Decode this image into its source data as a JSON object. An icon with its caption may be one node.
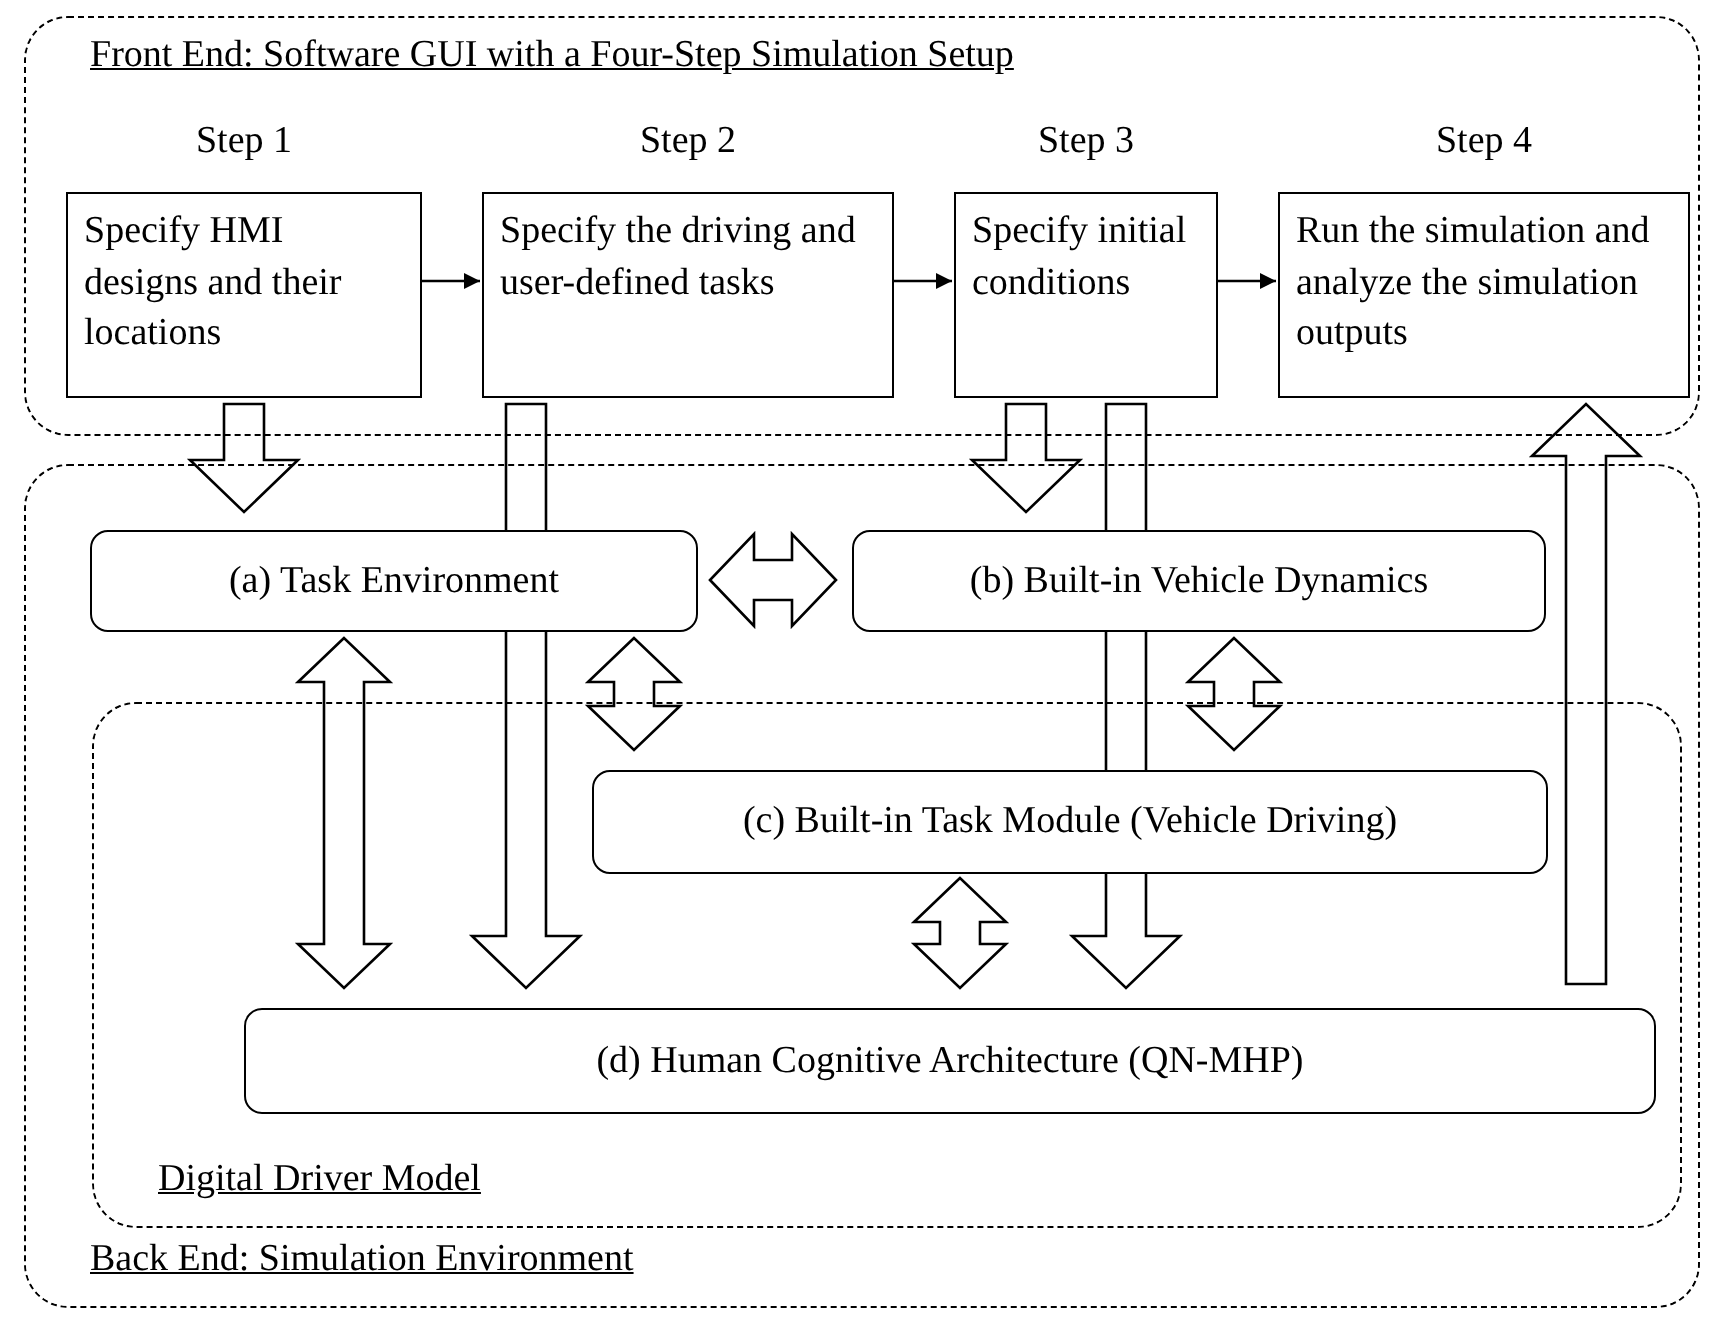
{
  "diagram": {
    "nodes": [
      {
        "text": [
          "Front End: Software GUI with a Four-Step Simulation Setup"
        ]
      },
      {
        "text": [
          "Specify HMI designs and their locations"
        ],
        "beside": [
          "Step 1"
        ],
        "in": 0
      },
      {
        "text": [
          "Specify the driving and user-defined tasks"
        ],
        "beside": [
          "Step 2"
        ],
        "in": 0
      },
      {
        "text": [
          "Specify initial conditions"
        ],
        "beside": [
          "Step 3"
        ],
        "in": 0
      },
      {
        "text": [
          "Run the simulation and analyze the simulation outputs"
        ],
        "beside": [
          "Step 4"
        ],
        "in": 0
      },
      {
        "text": [
          "Back End: Simulation Environment"
        ]
      },
      {
        "text": [
          "(a) Task Environment"
        ],
        "in": 5
      },
      {
        "text": [
          "(b) Built-in Vehicle Dynamics"
        ],
        "in": 5
      },
      {
        "text": [
          "Digital Driver Model"
        ],
        "in": 5
      },
      {
        "text": [
          "(c) Built-in Task Module (Vehicle Driving)"
        ],
        "in": 8
      },
      {
        "text": [
          "(d) Human Cognitive Architecture (QN-MHP)"
        ],
        "in": 8
      }
    ],
    "edges": [
      {
        "from": 1,
        "to": 2,
        "arrow": "to"
      },
      {
        "from": 2,
        "to": 3,
        "arrow": "to"
      },
      {
        "from": 3,
        "to": 4,
        "arrow": "to"
      },
      {
        "from": 1,
        "to": 6,
        "arrow": "to",
        "style": "thick"
      },
      {
        "from": 2,
        "to": 10,
        "arrow": "to",
        "style": "thick"
      },
      {
        "from": 3,
        "to": 7,
        "arrow": "to",
        "style": "thick"
      },
      {
        "from": 3,
        "to": 10,
        "arrow": "to",
        "style": "thick"
      },
      {
        "from": 10,
        "to": 4,
        "arrow": "to",
        "style": "thick"
      },
      {
        "from": 6,
        "to": 7,
        "arrow": "both",
        "style": "thick"
      },
      {
        "from": 6,
        "to": 9,
        "arrow": "both",
        "style": "thick"
      },
      {
        "from": 7,
        "to": 9,
        "arrow": "both",
        "style": "thick"
      },
      {
        "from": 6,
        "to": 10,
        "arrow": "both",
        "style": "thick"
      },
      {
        "from": 9,
        "to": 10,
        "arrow": "both",
        "style": "thick"
      }
    ]
  }
}
